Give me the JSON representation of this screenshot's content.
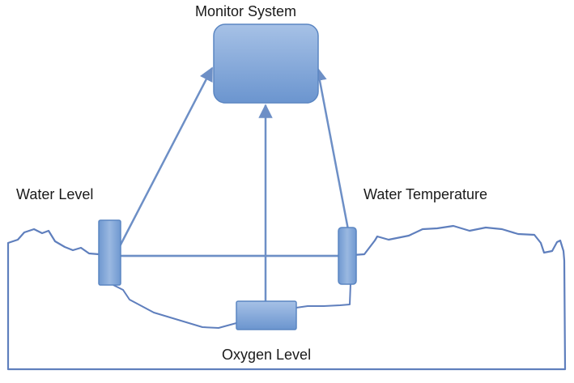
{
  "diagram": {
    "nodes": [
      {
        "id": "monitor",
        "label": "Monitor System"
      },
      {
        "id": "water-level",
        "label": "Water Level"
      },
      {
        "id": "water-temperature",
        "label": "Water Temperature"
      },
      {
        "id": "oxygen-level",
        "label": "Oxygen Level"
      }
    ],
    "edges": [
      {
        "from": "water-level",
        "to": "monitor"
      },
      {
        "from": "oxygen-level",
        "to": "monitor"
      },
      {
        "from": "water-temperature",
        "to": "monitor"
      }
    ]
  },
  "colors": {
    "node_fill_top": "#9cb9e0",
    "node_fill_bottom": "#6f98d0",
    "node_stroke": "#5b86c2",
    "line": "#6d8fc6",
    "outline": "#5f7fbd",
    "text": "#1a1a1a"
  }
}
